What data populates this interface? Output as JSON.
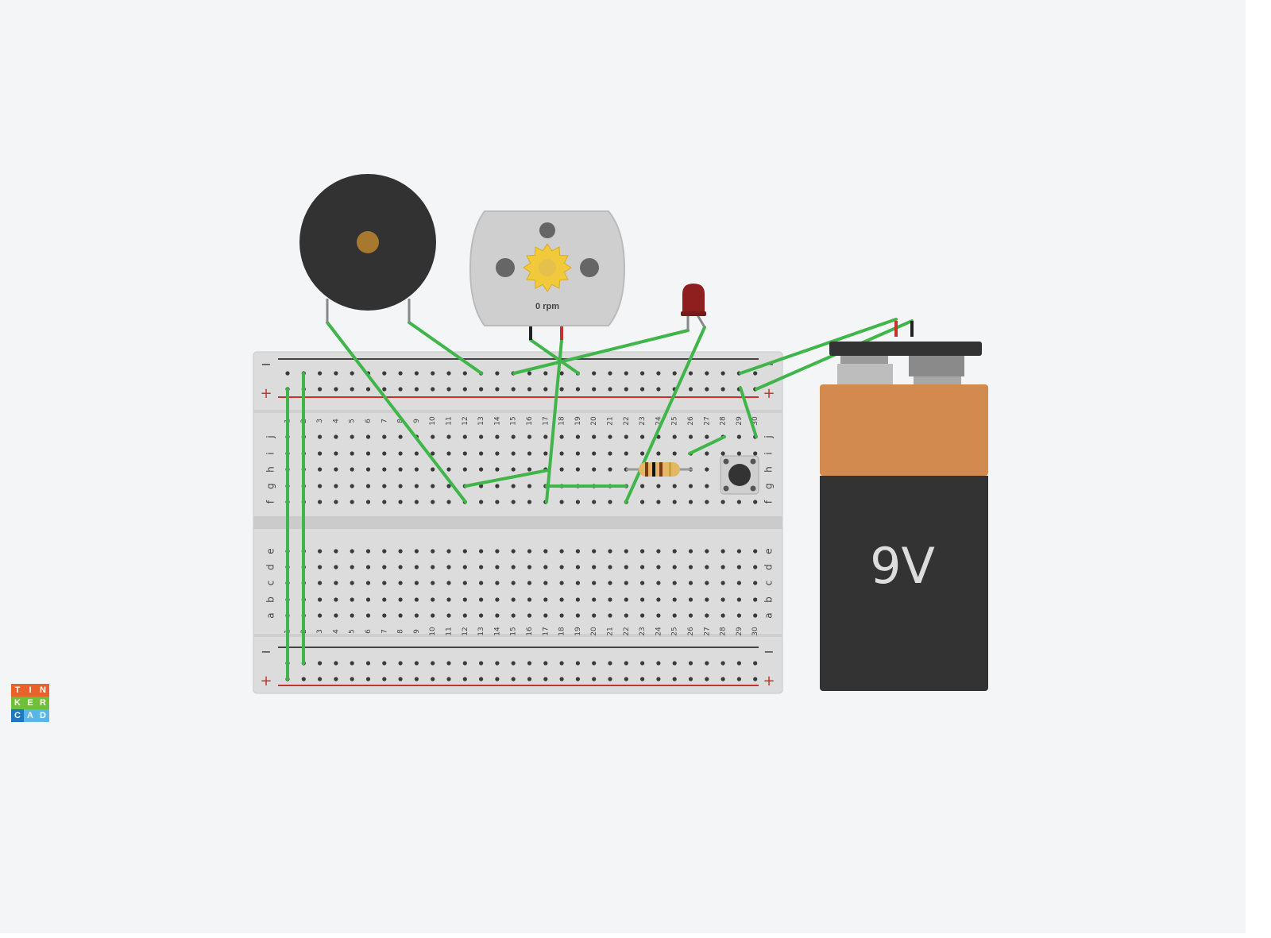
{
  "app": {
    "logo_letters": [
      "T",
      "I",
      "N",
      "K",
      "E",
      "R",
      "C",
      "A",
      "D"
    ],
    "logo_colors": [
      "#e8622b",
      "#e8622b",
      "#e8622b",
      "#6fbf3b",
      "#6fbf3b",
      "#6fbf3b",
      "#1f77c4",
      "#5bb6e8",
      "#5bb6e8"
    ]
  },
  "breadboard": {
    "rows_top": [
      "j",
      "i",
      "h",
      "g",
      "f"
    ],
    "rows_bottom": [
      "e",
      "d",
      "c",
      "b",
      "a"
    ],
    "columns": [
      "1",
      "2",
      "3",
      "4",
      "5",
      "6",
      "7",
      "8",
      "9",
      "10",
      "11",
      "12",
      "13",
      "14",
      "15",
      "16",
      "17",
      "18",
      "19",
      "20",
      "21",
      "22",
      "23",
      "24",
      "25",
      "26",
      "27",
      "28",
      "29",
      "30"
    ],
    "rail_minus": "−",
    "rail_plus": "+"
  },
  "motor": {
    "speed_label": "0 rpm"
  },
  "battery": {
    "label": "9V"
  },
  "colors": {
    "wire": "#3fb54a",
    "battery_top": "#d38a4f",
    "battery_body": "#333333",
    "led": "#8f1f1f",
    "rail_red": "#c8322e"
  },
  "icons": [
    "buzzer-icon",
    "dc-motor-icon",
    "led-icon",
    "resistor-icon",
    "pushbutton-icon",
    "battery-9v-icon"
  ]
}
